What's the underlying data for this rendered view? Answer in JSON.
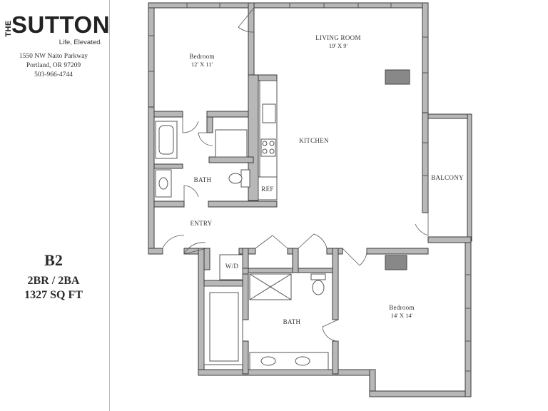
{
  "brand": {
    "prefix": "THE",
    "name": "SUTTON",
    "tagline": "Life, Elevated."
  },
  "address": {
    "street": "1550 NW Naito Parkway",
    "city": "Portland, OR 97209",
    "phone": "503-966-4744"
  },
  "unit": {
    "name": "B2",
    "beds_baths": "2BR / 2BA",
    "size": "1327 SQ FT"
  },
  "rooms": {
    "bedroom_1": {
      "label": "Bedroom",
      "dims": "12' X 11'"
    },
    "living_room": {
      "label": "LIVING ROOM",
      "dims": "19' X 9'"
    },
    "kitchen": {
      "label": "KITCHEN"
    },
    "ref": {
      "label": "REF"
    },
    "bath_1": {
      "label": "BATH"
    },
    "balcony": {
      "label": "BALCONY"
    },
    "entry": {
      "label": "ENTRY"
    },
    "wd": {
      "label": "W/D"
    },
    "bath_2": {
      "label": "BATH"
    },
    "bedroom_2": {
      "label": "Bedroom",
      "dims": "14' X 14'"
    }
  },
  "colors": {
    "wall_fill": "#b8b8b8",
    "wall_stroke": "#3a3a3a",
    "line": "#555555"
  }
}
